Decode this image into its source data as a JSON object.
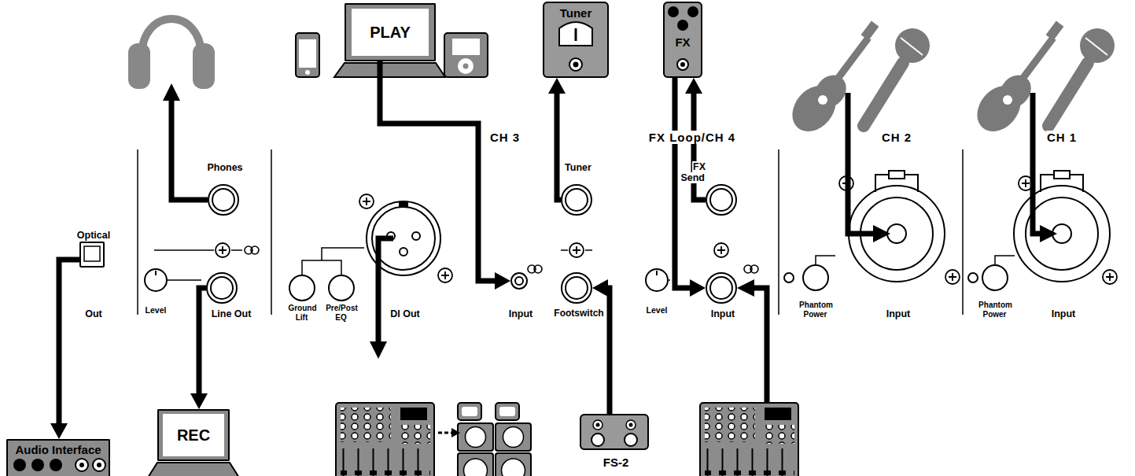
{
  "diagram": {
    "nodes": [
      {
        "text": [
          "PLAY"
        ]
      },
      {
        "text": [
          "Tuner"
        ]
      },
      {
        "text": [
          "FX"
        ]
      },
      {
        "text": [
          "Phones"
        ]
      },
      {
        "text": [
          "Optical",
          "Out"
        ]
      },
      {
        "text": [
          "Line Out"
        ]
      },
      {
        "text": [
          "DI Out"
        ]
      },
      {
        "text": [
          "Input"
        ]
      },
      {
        "text": [
          "Tuner"
        ]
      },
      {
        "text": [
          "Footswitch"
        ]
      },
      {
        "text": [
          "FX Send"
        ]
      },
      {
        "text": [
          "Input"
        ]
      },
      {
        "text": [
          "Input"
        ]
      },
      {
        "text": [
          "Input"
        ]
      },
      {
        "text": [
          "Audio Interface"
        ]
      },
      {
        "text": [
          "REC"
        ]
      },
      {
        "text": [
          "FS-2"
        ]
      }
    ],
    "edges": [
      {
        "from": 0,
        "to": 7,
        "arrow": "to"
      },
      {
        "from": 8,
        "to": 1,
        "arrow": "to"
      },
      {
        "from": 10,
        "to": 2,
        "arrow": "to"
      },
      {
        "from": 2,
        "to": 11,
        "arrow": "to"
      },
      {
        "from": 16,
        "to": 9,
        "arrow": "to"
      },
      {
        "from": 4,
        "to": 14,
        "arrow": "to"
      },
      {
        "from": 5,
        "to": 15,
        "arrow": "to"
      }
    ],
    "labels": [
      "CH 3",
      "FX Loop/CH 4",
      "CH 2",
      "CH 1",
      "Level",
      "Ground Lift",
      "Pre/Post EQ",
      "Level",
      "Phantom Power",
      "Phantom Power"
    ]
  }
}
